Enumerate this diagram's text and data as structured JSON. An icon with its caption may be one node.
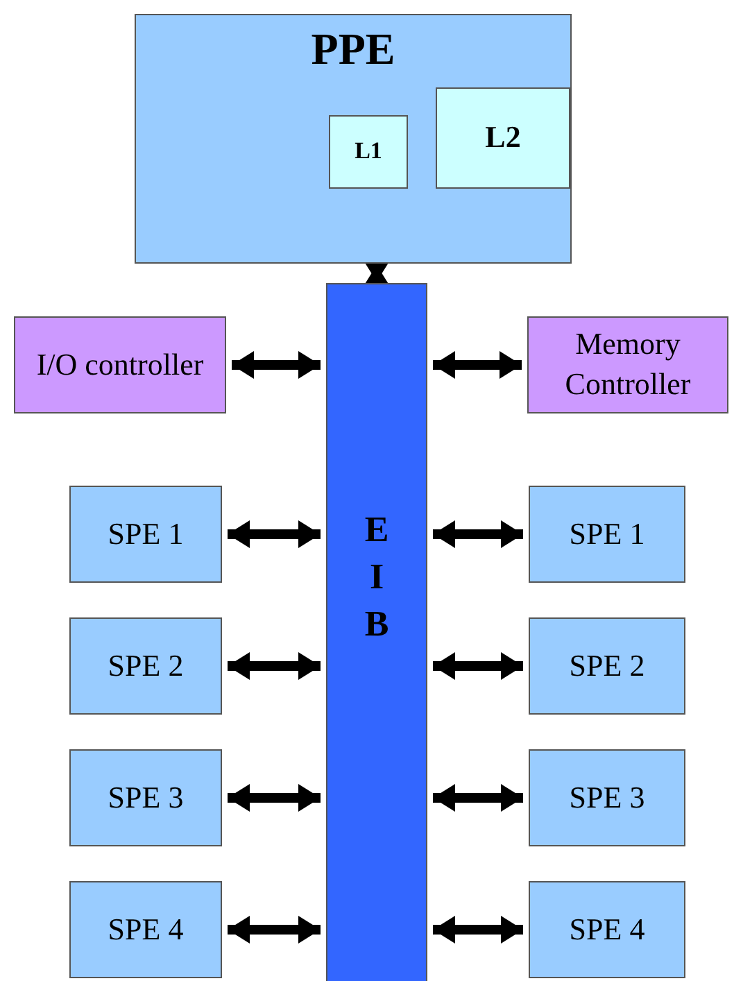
{
  "diagram": {
    "nodes": [
      {
        "text": [
          "PPE"
        ]
      },
      {
        "text": [
          "L1"
        ],
        "in": 0
      },
      {
        "text": [
          "L2"
        ],
        "in": 0
      },
      {
        "text": [
          "EIB"
        ]
      },
      {
        "text": [
          "I/O controller"
        ]
      },
      {
        "text": [
          "Memory Controller"
        ]
      },
      {
        "text": [
          "SPE 1"
        ]
      },
      {
        "text": [
          "SPE 1"
        ]
      },
      {
        "text": [
          "SPE 2"
        ]
      },
      {
        "text": [
          "SPE 2"
        ]
      },
      {
        "text": [
          "SPE 3"
        ]
      },
      {
        "text": [
          "SPE 3"
        ]
      },
      {
        "text": [
          "SPE 4"
        ]
      },
      {
        "text": [
          "SPE 4"
        ]
      }
    ],
    "edges": [
      {
        "from": 0,
        "to": 3,
        "arrow": "both"
      },
      {
        "from": 4,
        "to": 3,
        "arrow": "both"
      },
      {
        "from": 5,
        "to": 3,
        "arrow": "both"
      },
      {
        "from": 6,
        "to": 3,
        "arrow": "both"
      },
      {
        "from": 7,
        "to": 3,
        "arrow": "both"
      },
      {
        "from": 8,
        "to": 3,
        "arrow": "both"
      },
      {
        "from": 9,
        "to": 3,
        "arrow": "both"
      },
      {
        "from": 10,
        "to": 3,
        "arrow": "both"
      },
      {
        "from": 11,
        "to": 3,
        "arrow": "both"
      },
      {
        "from": 12,
        "to": 3,
        "arrow": "both"
      },
      {
        "from": 13,
        "to": 3,
        "arrow": "both"
      }
    ]
  }
}
